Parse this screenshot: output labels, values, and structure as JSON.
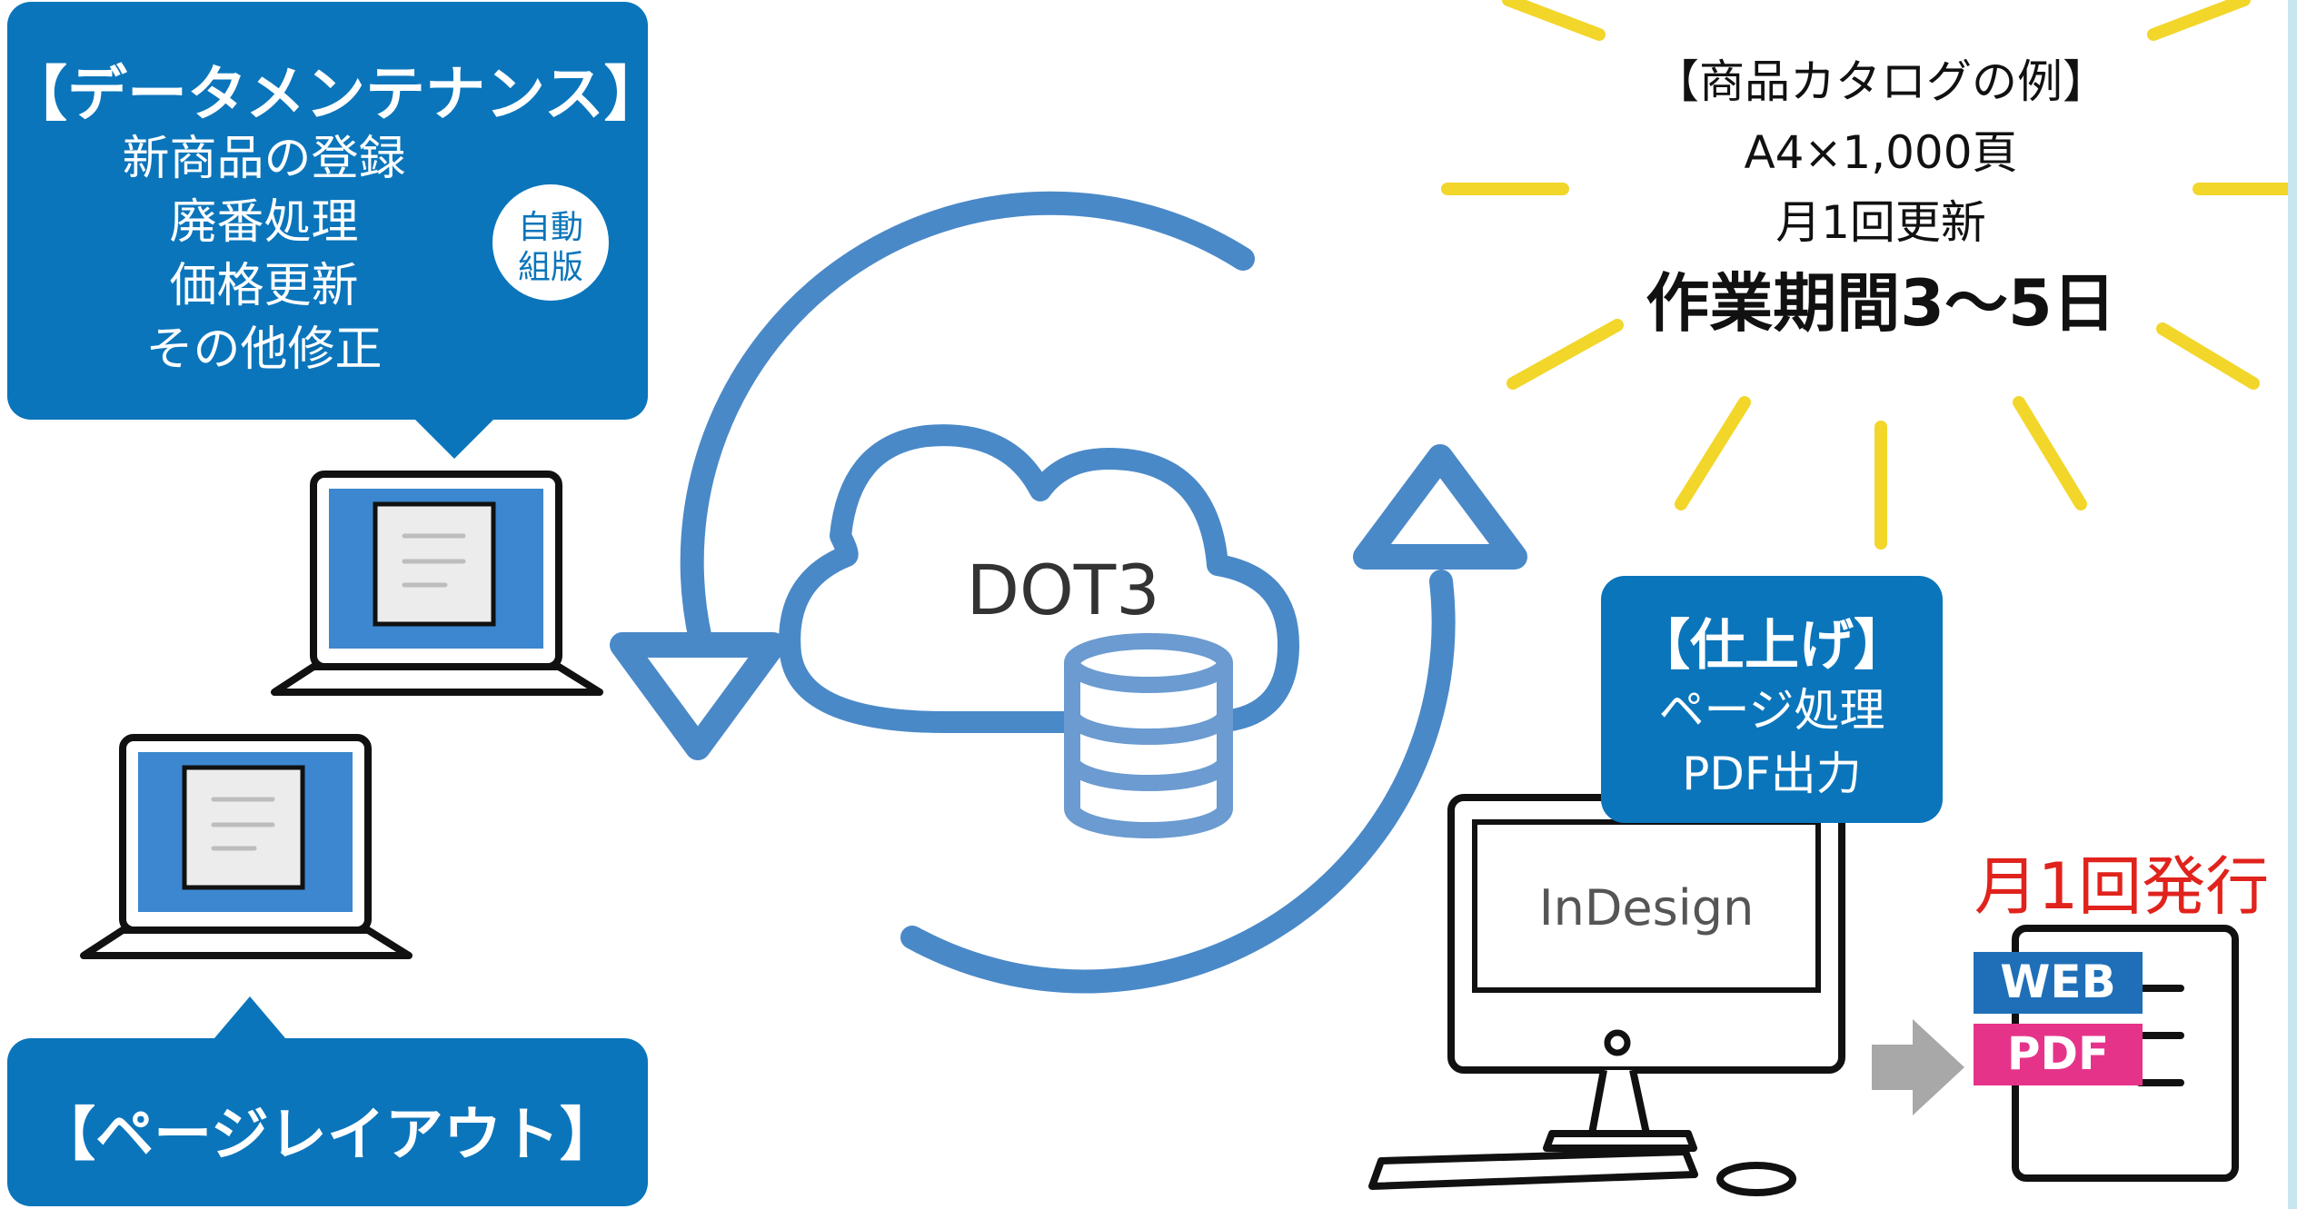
{
  "data_maintenance": {
    "title": "【データメンテナンス】",
    "items": [
      "新商品の登録",
      "廃番処理",
      "価格更新",
      "その他修正"
    ],
    "auto_badge": [
      "自動",
      "組版"
    ]
  },
  "page_layout": {
    "title": "【ページレイアウト】"
  },
  "cloud": {
    "label": "DOT3"
  },
  "catalog_example": {
    "heading": "【商品カタログの例】",
    "size": "A4×1,000頁",
    "update": "月1回更新",
    "period": "作業期間3〜5日"
  },
  "finishing": {
    "title": "【仕上げ】",
    "items": [
      "ページ処理",
      "PDF出力"
    ]
  },
  "monitor": {
    "app_label": "InDesign"
  },
  "publish": {
    "title": "月1回発行",
    "web_label": "WEB",
    "pdf_label": "PDF"
  },
  "colors": {
    "box_blue": "#0b75bb",
    "arrow_blue": "#4a89c8",
    "sunburst_yellow": "#f2d62a",
    "publish_red": "#e0231c",
    "web_tab": "#1f6fb8",
    "pdf_tab": "#e6338a",
    "gray_arrow": "#a8a8a8"
  }
}
